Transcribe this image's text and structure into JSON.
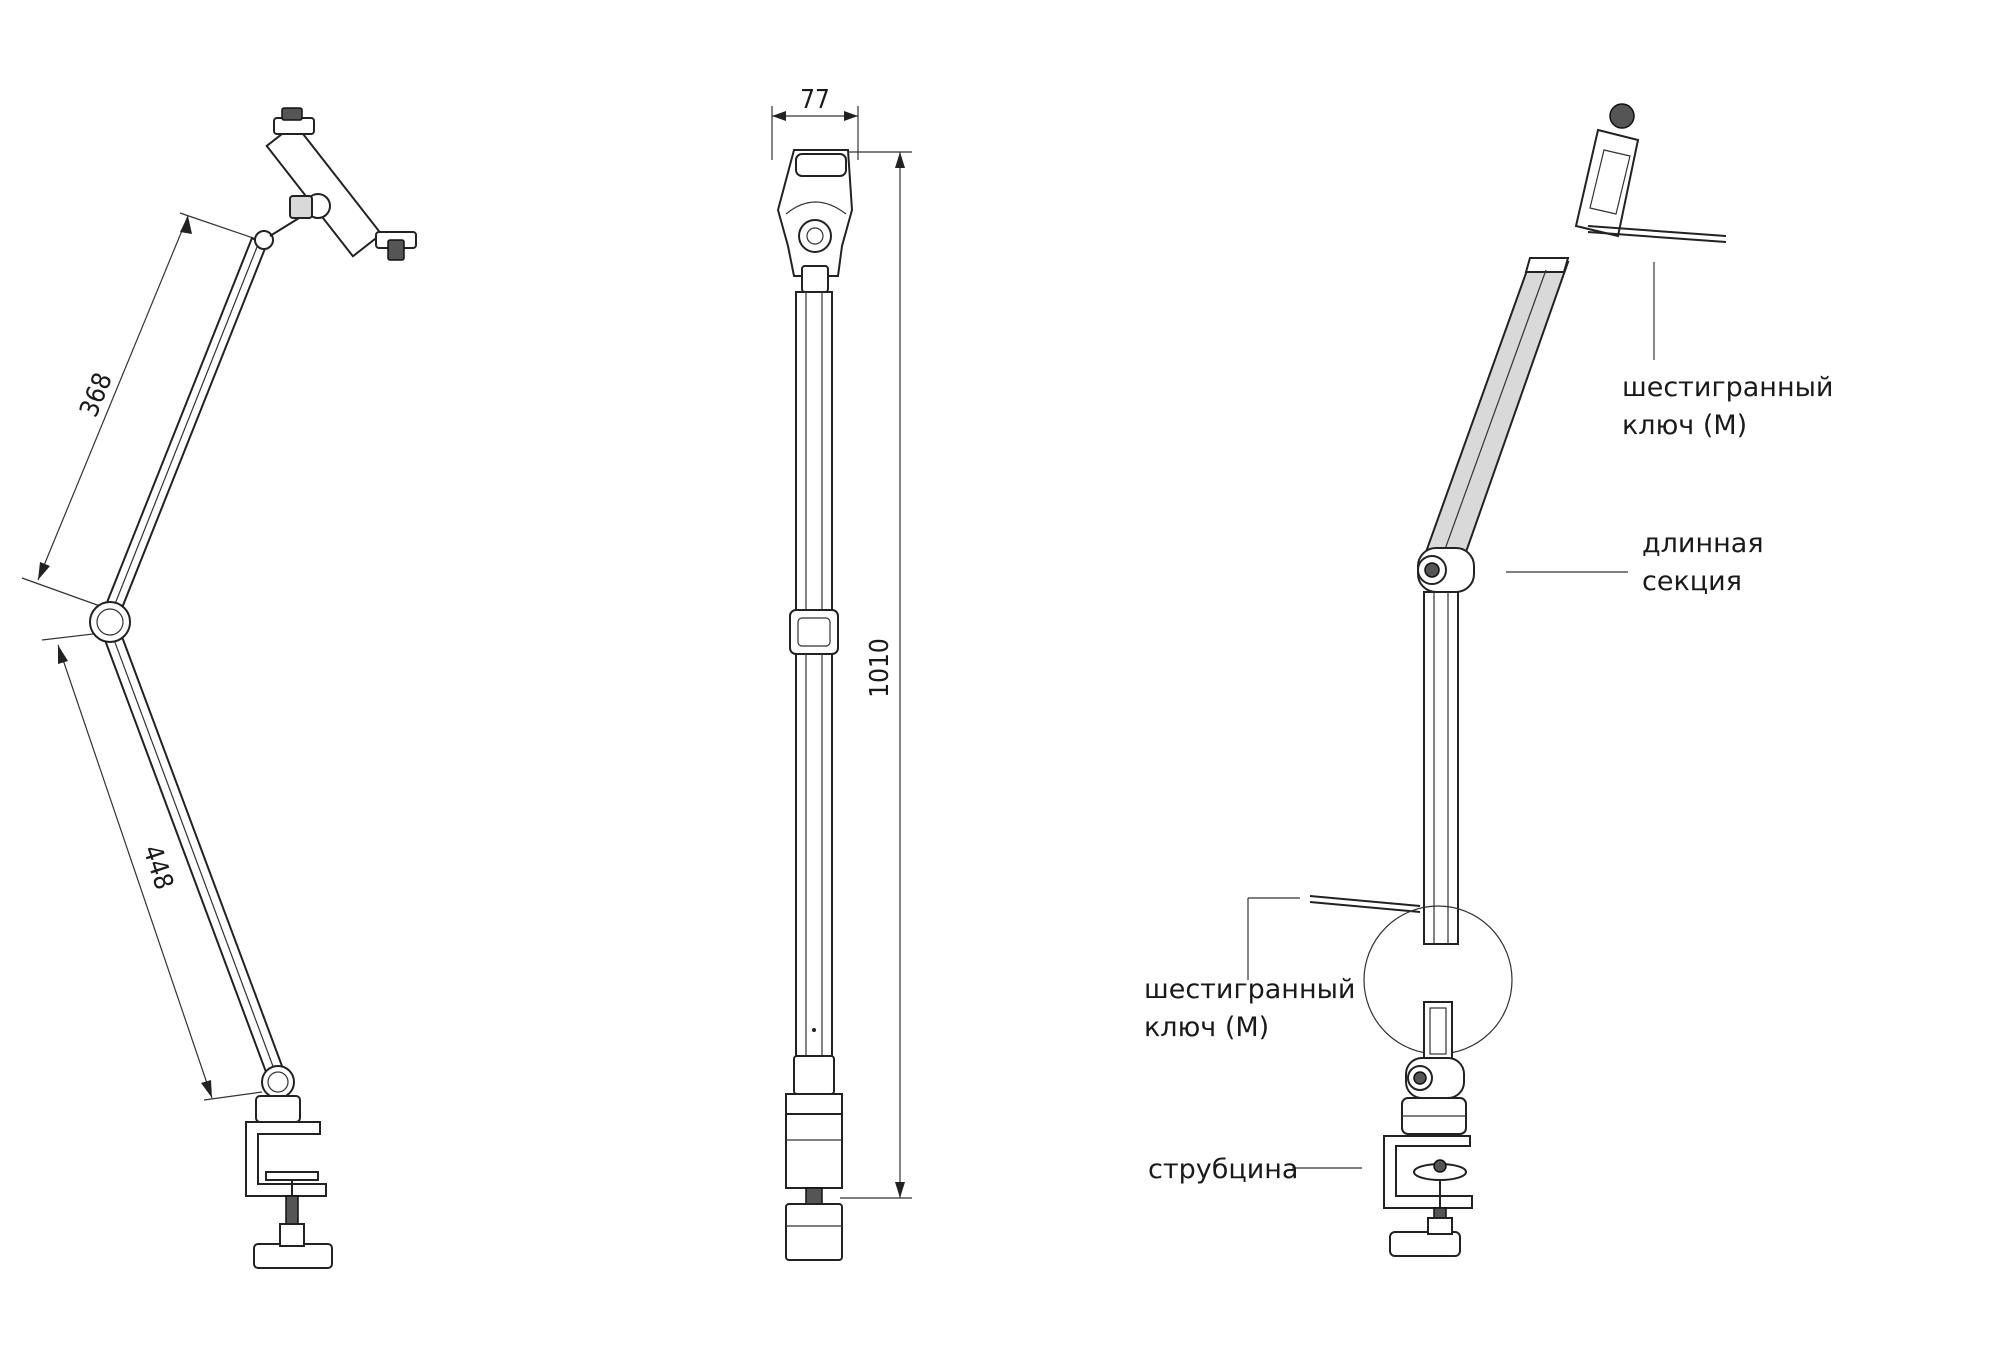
{
  "figure_left": {
    "dim_upper": "368",
    "dim_lower": "448"
  },
  "figure_middle": {
    "dim_width": "77",
    "dim_height": "1010"
  },
  "figure_right": {
    "label_hex_key_top_line1": "шестигранный",
    "label_hex_key_top_line2": "ключ (М)",
    "label_long_section_line1": "длинная",
    "label_long_section_line2": "секция",
    "label_hex_key_bottom_line1": "шестигранный",
    "label_hex_key_bottom_line2": "ключ (М)",
    "label_clamp": "струбцина"
  }
}
